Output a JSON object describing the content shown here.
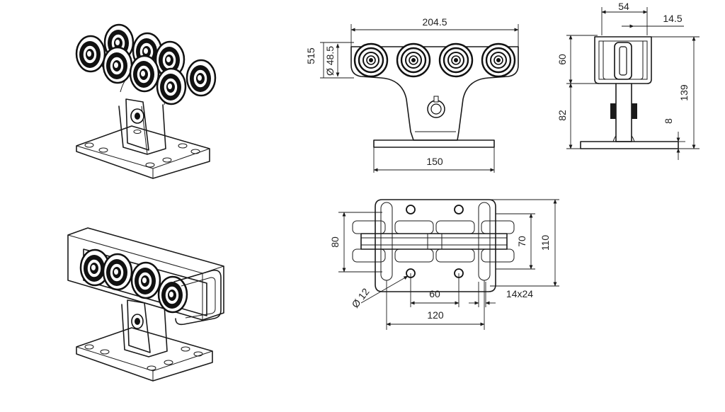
{
  "dimensions": {
    "front_width": "204.5",
    "front_height": "515",
    "front_wheel_dia": "Ø 48.5",
    "front_base": "150",
    "side_width": "54",
    "side_offset": "14.5",
    "side_top": "60",
    "side_bottom": "82",
    "side_total": "139",
    "side_plate": "8",
    "plan_inner": "80",
    "plan_mid": "70",
    "plan_outer": "110",
    "plan_hole": "Ø 12",
    "plan_spacing": "60",
    "plan_slot": "14x24",
    "plan_base": "120"
  },
  "colors": {
    "line": "#1a1a1a",
    "background": "#ffffff"
  }
}
